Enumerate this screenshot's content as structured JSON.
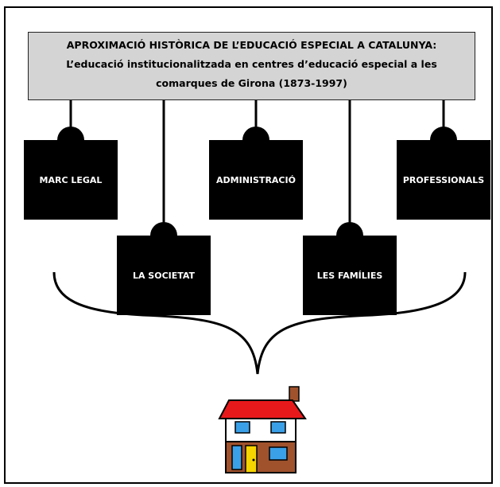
{
  "title": {
    "line1": "APROXIMACIÓ HISTÒRICA DE L’EDUCACIÓ ESPECIAL A CATALUNYA:",
    "line2": "L’educació institucionalitzada en centres d’educació especial a les",
    "line3": "comarques de Girona (1873-1997)"
  },
  "blocks": {
    "marc_legal": "MARC LEGAL",
    "administracio": "ADMINISTRACIÓ",
    "professionals": "PROFESSIONALS",
    "la_societat": "LA SOCIETAT",
    "les_families": "LES FAMÍLIES"
  },
  "icons": [
    "house-icon"
  ],
  "colors": {
    "title_background": "#d4d4d4",
    "block_background": "#000000",
    "block_text": "#ffffff",
    "roof": "#e8191b",
    "door": "#f5d400",
    "windows": "#3aa0e8",
    "walls": "#a0522d"
  }
}
